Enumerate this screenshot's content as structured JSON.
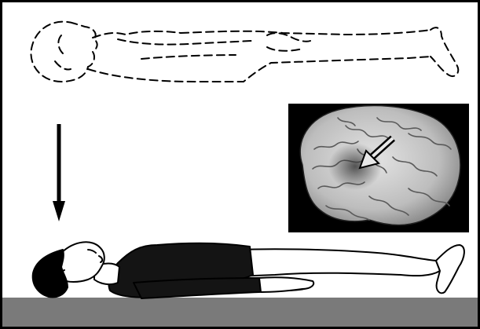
{
  "figure": {
    "panels": [
      {
        "name": "out-of-body-figure",
        "style": "dashed-outline"
      },
      {
        "name": "lying-figure",
        "style": "solid"
      }
    ],
    "brain_inset": {
      "marker": "arrow",
      "background": "#000000"
    },
    "arrow": {
      "direction": "down"
    },
    "colors": {
      "ink": "#000000",
      "paper": "#ffffff",
      "floor": "#7a7a7a",
      "brain_light": "#d6d6d6",
      "brain_dark": "#5a5a5a",
      "suit": "#141414"
    }
  }
}
